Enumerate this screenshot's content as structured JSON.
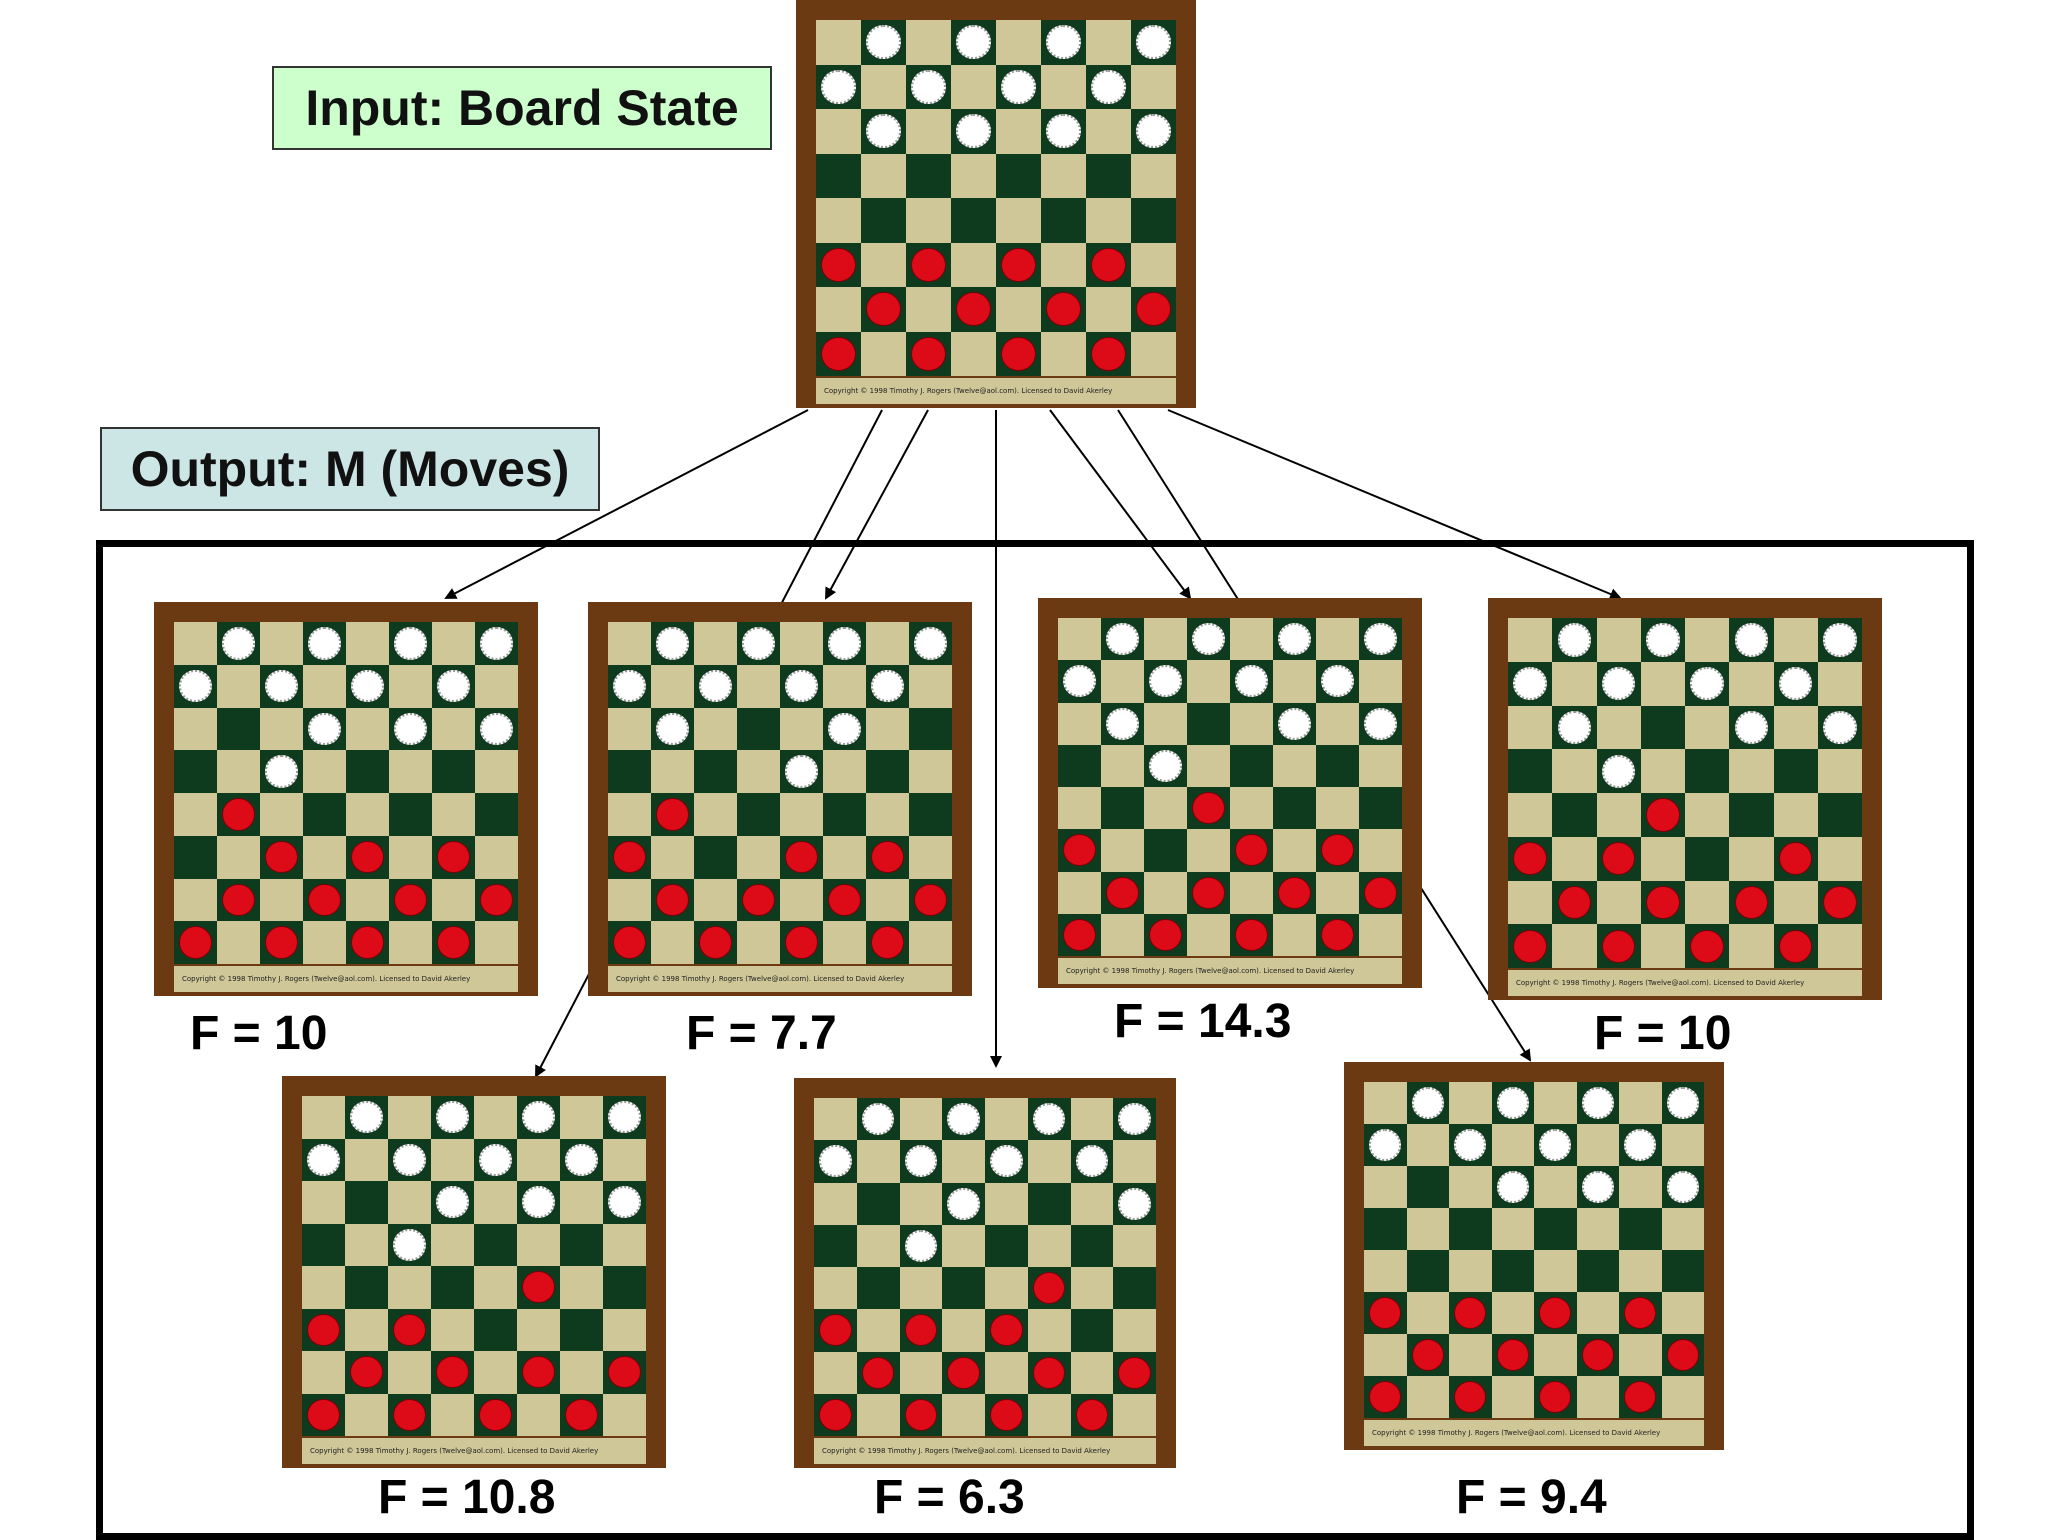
{
  "input_label": "Input: Board State",
  "output_label": "Output: M (Moves)",
  "copyright": "Copyright © 1998 Timothy J. Rogers (Twelve@aol.com). Licensed to David Akerley",
  "colors": {
    "board_frame": "#6b3a12",
    "light_square": "#cfc797",
    "dark_square": "#0e3b1e",
    "white_piece": "#ffffff",
    "red_piece": "#dd0a18"
  },
  "input_board": {
    "rows": [
      "-w-w-w-w",
      "w-w-w-w-",
      "-w-w-w-w",
      "........",
      "........",
      "r-r-r-r-",
      "-r-r-r-r",
      "r-r-r-r-"
    ]
  },
  "moves": [
    {
      "score_label": "F = 10",
      "rows": [
        "-w-w-w-w",
        "w-w-w-w-",
        "---w-w-w",
        "..w.....",
        "-r......",
        "--r-r-r-",
        "-r-r-r-r",
        "r-r-r-r-"
      ]
    },
    {
      "score_label": "F = 7.7",
      "rows": [
        "-w-w-w-w",
        "w-w-w-w-",
        "-w---w--",
        "....w...",
        "-r......",
        "r---r-r-",
        "-r-r-r-r",
        "r-r-r-r-"
      ]
    },
    {
      "score_label": "F = 14.3",
      "rows": [
        "-w-w-w-w",
        "w-w-w-w-",
        "-w---w-w",
        "..w.....",
        "...r....",
        "r---r-r-",
        "-r-r-r-r",
        "r-r-r-r-"
      ]
    },
    {
      "score_label": "F = 10",
      "rows": [
        "-w-w-w-w",
        "w-w-w-w-",
        "-w---w-w",
        "..w.....",
        "...r....",
        "r-r---r-",
        "-r-r-r-r",
        "r-r-r-r-"
      ]
    },
    {
      "score_label": "F = 10.8",
      "rows": [
        "-w-w-w-w",
        "w-w-w-w-",
        "---w-w-w",
        "..w.....",
        ".....r..",
        "r-r-----",
        "-r-r-r-r",
        "r-r-r-r-"
      ]
    },
    {
      "score_label": "F = 6.3",
      "rows": [
        "-w-w-w-w",
        "w-w-w-w-",
        "---w---w",
        "..w.....",
        ".....r..",
        "r-r-r---",
        "-r-r-r-r",
        "r-r-r-r-"
      ]
    },
    {
      "score_label": "F = 9.4",
      "rows": [
        "-w-w-w-w",
        "w-w-w-w-",
        "---w-w-w",
        "........",
        "........",
        "r-r-r-r-",
        "-r-r-r-r",
        "r-r-r-r-"
      ]
    }
  ]
}
